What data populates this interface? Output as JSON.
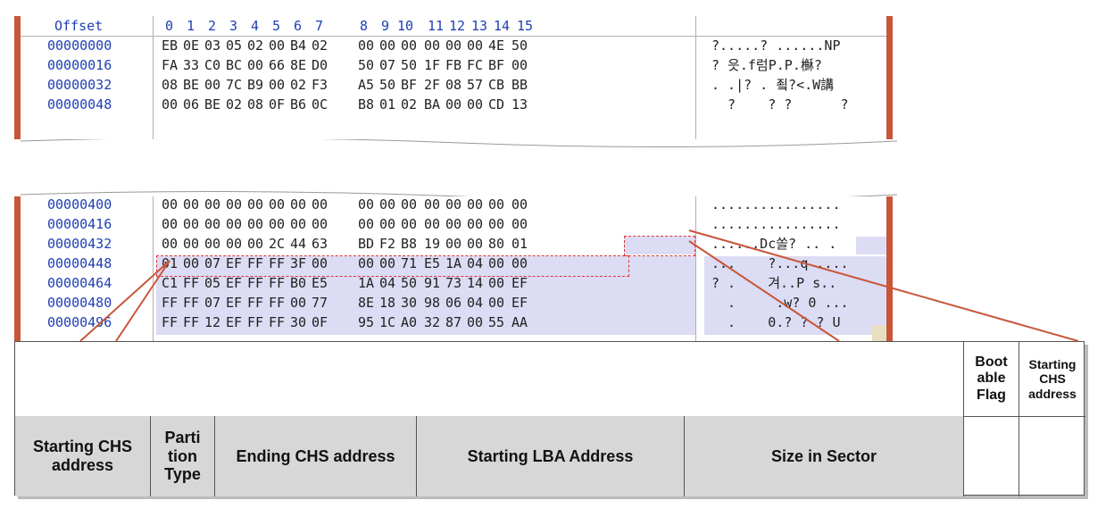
{
  "hex_view": {
    "offset_header": "Offset",
    "col_headers": [
      "0",
      "1",
      "2",
      "3",
      "4",
      "5",
      "6",
      "7",
      "8",
      "9",
      "10",
      "11",
      "12",
      "13",
      "14",
      "15"
    ],
    "rows_top": [
      {
        "offset": "00000000",
        "bytes": [
          "EB",
          "0E",
          "03",
          "05",
          "02",
          "00",
          "B4",
          "02",
          "00",
          "00",
          "00",
          "00",
          "00",
          "00",
          "4E",
          "50"
        ],
        "ascii": "?.....? ......NP"
      },
      {
        "offset": "00000016",
        "bytes": [
          "FA",
          "33",
          "C0",
          "BC",
          "00",
          "66",
          "8E",
          "D0",
          "50",
          "07",
          "50",
          "1F",
          "FB",
          "FC",
          "BF",
          "00"
        ],
        "ascii": "? 읏.f럼P.P.櫯?"
      },
      {
        "offset": "00000032",
        "bytes": [
          "08",
          "BE",
          "00",
          "7C",
          "B9",
          "00",
          "02",
          "F3",
          "A5",
          "50",
          "BF",
          "2F",
          "08",
          "57",
          "CB",
          "BB"
        ],
        "ascii": ". .|? . 죜?<.W講"
      },
      {
        "offset": "00000048",
        "bytes": [
          "00",
          "06",
          "BE",
          "02",
          "08",
          "0F",
          "B6",
          "0C",
          "B8",
          "01",
          "02",
          "BA",
          "00",
          "00",
          "CD",
          "13"
        ],
        "ascii": "  ?    ? ?      ?"
      }
    ],
    "rows_bottom": [
      {
        "offset": "00000400",
        "bytes": [
          "00",
          "00",
          "00",
          "00",
          "00",
          "00",
          "00",
          "00",
          "00",
          "00",
          "00",
          "00",
          "00",
          "00",
          "00",
          "00"
        ],
        "ascii": "................"
      },
      {
        "offset": "00000416",
        "bytes": [
          "00",
          "00",
          "00",
          "00",
          "00",
          "00",
          "00",
          "00",
          "00",
          "00",
          "00",
          "00",
          "00",
          "00",
          "00",
          "00"
        ],
        "ascii": "................"
      },
      {
        "offset": "00000432",
        "bytes": [
          "00",
          "00",
          "00",
          "00",
          "00",
          "2C",
          "44",
          "63",
          "BD",
          "F2",
          "B8",
          "19",
          "00",
          "00",
          "80",
          "01"
        ],
        "ascii": ".....,Dc쏠? .. ."
      },
      {
        "offset": "00000448",
        "bytes": [
          "01",
          "00",
          "07",
          "EF",
          "FF",
          "FF",
          "3F",
          "00",
          "00",
          "00",
          "71",
          "E5",
          "1A",
          "04",
          "00",
          "00"
        ],
        "ascii": "...    ?...q ...."
      },
      {
        "offset": "00000464",
        "bytes": [
          "C1",
          "FF",
          "05",
          "EF",
          "FF",
          "FF",
          "B0",
          "E5",
          "1A",
          "04",
          "50",
          "91",
          "73",
          "14",
          "00",
          "EF"
        ],
        "ascii": "? .    겨..P s.."
      },
      {
        "offset": "00000480",
        "bytes": [
          "FF",
          "FF",
          "07",
          "EF",
          "FF",
          "FF",
          "00",
          "77",
          "8E",
          "18",
          "30",
          "98",
          "06",
          "04",
          "00",
          "EF"
        ],
        "ascii": "  .     .w? 0 ..."
      },
      {
        "offset": "00000496",
        "bytes": [
          "FF",
          "FF",
          "12",
          "EF",
          "FF",
          "FF",
          "30",
          "0F",
          "95",
          "1C",
          "A0",
          "32",
          "87",
          "00",
          "55",
          "AA"
        ],
        "ascii": "  .    0.? ? ? U"
      }
    ]
  },
  "partition_table": {
    "top_row": [
      "Boot able Flag",
      "Starting CHS address"
    ],
    "bottom_row": [
      "Starting CHS address",
      "Parti tion Type",
      "Ending CHS address",
      "Starting LBA Address",
      "Size in Sector"
    ]
  },
  "colors": {
    "frame": "#c8563a",
    "offset_blue": "#1e3fb5",
    "highlight": "#dcdcf4",
    "dash": "#d33",
    "header_grey": "#d7d7d7"
  }
}
